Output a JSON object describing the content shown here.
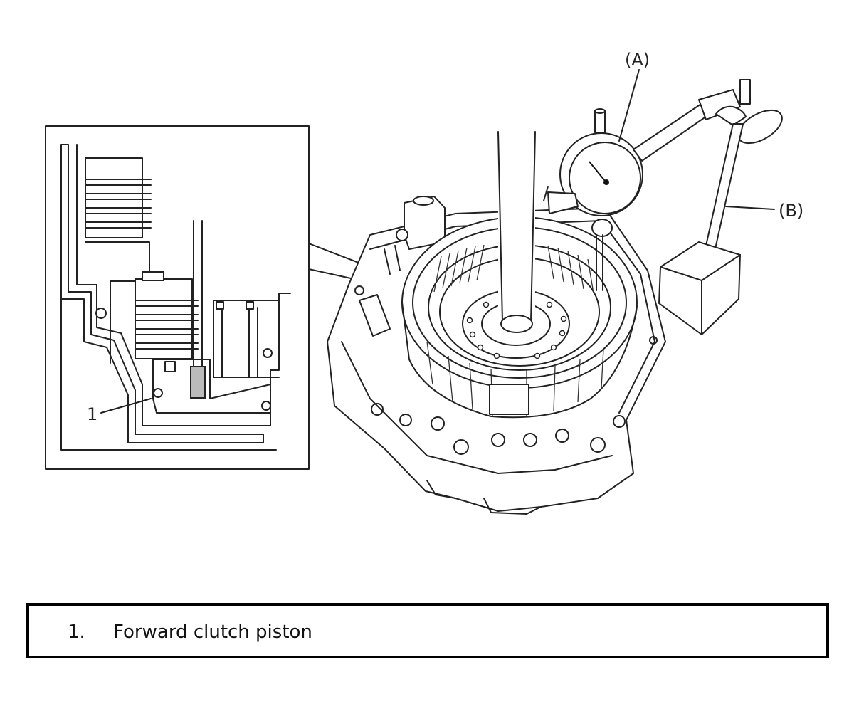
{
  "labels": {
    "dial_gauge": "(A)",
    "magnetic_stand": "(B)",
    "piston_callout": "1"
  },
  "legend": {
    "items": [
      {
        "number": "1.",
        "text": "Forward clutch piston"
      }
    ]
  }
}
